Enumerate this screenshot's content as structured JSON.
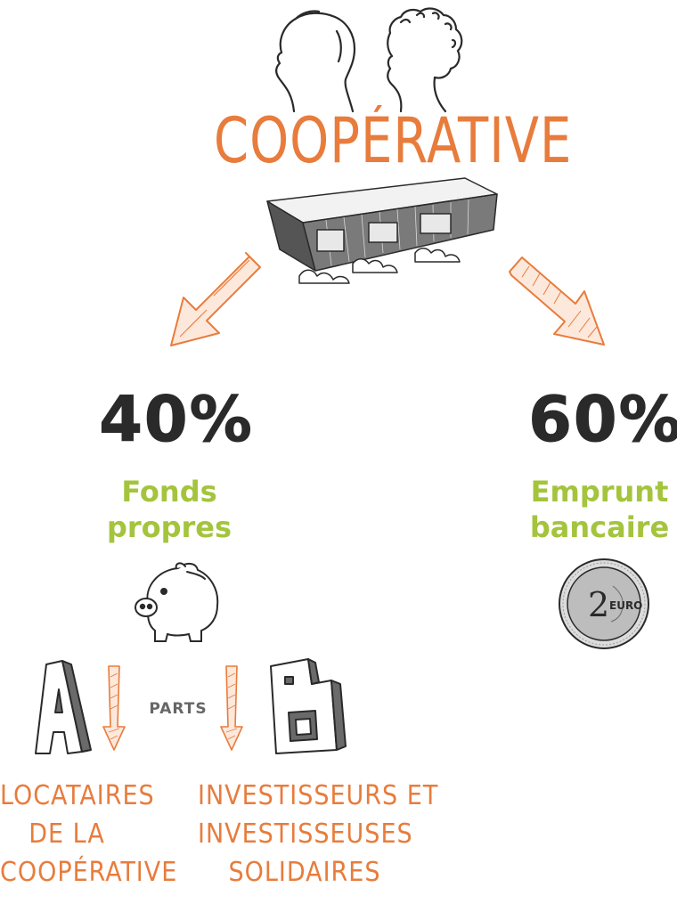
{
  "title": "COOPÉRATIVE",
  "left": {
    "percent": "40%",
    "label_line1": "Fonds",
    "label_line2": "propres"
  },
  "right": {
    "percent": "60%",
    "label_line1": "Emprunt",
    "label_line2": "bancaire"
  },
  "parts_label": "PARTS",
  "share_a": {
    "letter": "A",
    "lines": [
      "LOCATAIRES",
      "DE LA",
      "COOPÉRATIVE"
    ]
  },
  "share_b": {
    "letter": "B",
    "lines": [
      "INVESTISSEURS ET",
      "INVESTISSEUSES",
      "SOLIDAIRES"
    ]
  },
  "coin": {
    "digit": "2",
    "text": "EURO"
  },
  "colors": {
    "orange": "#e87c3c",
    "green": "#a4c43c",
    "ink": "#2a2a2a"
  },
  "icons": [
    "people-silhouettes-icon",
    "building-icon",
    "piggy-bank-icon",
    "euro-coin-icon",
    "arrow-down-icon"
  ]
}
